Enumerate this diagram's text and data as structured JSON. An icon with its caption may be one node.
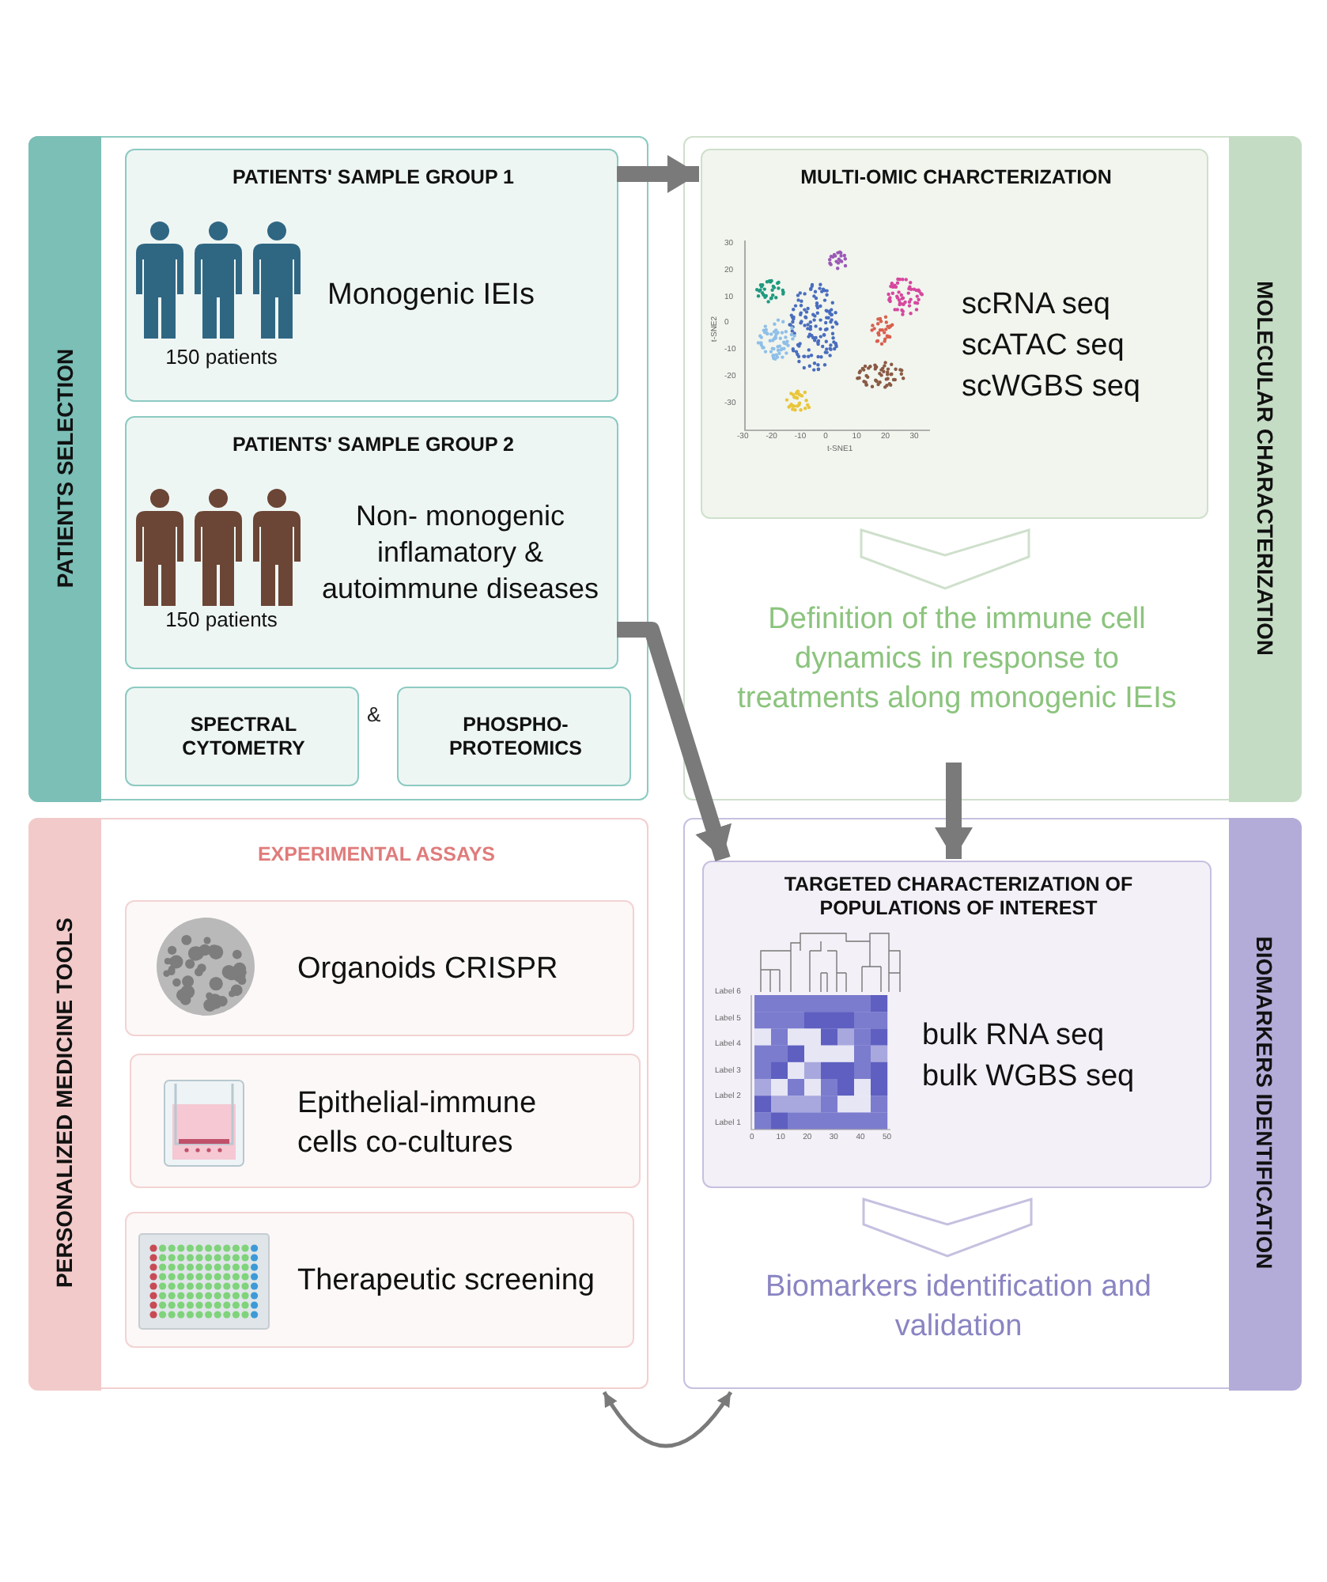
{
  "diagram": {
    "nodes": [
      {
        "text": [
          "PATIENTS SELECTION"
        ]
      },
      {
        "text": [
          "PATIENTS' SAMPLE GROUP 1",
          "Monogenic IEIs",
          "150 patients"
        ],
        "in": 0
      },
      {
        "text": [
          "PATIENTS' SAMPLE GROUP 2",
          "Non- monogenic inflamatory & autoimmune diseases",
          "150 patients"
        ],
        "in": 0
      },
      {
        "text": [
          "SPECTRAL CYTOMETRY"
        ],
        "in": 0
      },
      {
        "text": [
          "PHOSPHO- PROTEOMICS"
        ],
        "in": 0
      },
      {
        "text": [
          "MOLECULAR CHARACTERIZATION"
        ]
      },
      {
        "text": [
          "MULTI-OMIC CHARCTERIZATION",
          "scRNA seq",
          "scATAC seq",
          "scWGBS seq"
        ],
        "in": 5
      },
      {
        "text": [
          "Definition of the immune cell dynamics in response to treatments along monogenic IEIs"
        ],
        "in": 5
      },
      {
        "text": [
          "PERSONALIZED MEDICINE TOOLS",
          "EXPERIMENTAL ASSAYS"
        ]
      },
      {
        "text": [
          "Organoids CRISPR"
        ],
        "in": 8
      },
      {
        "text": [
          "Epithelial-immune cells co-cultures"
        ],
        "in": 8
      },
      {
        "text": [
          "Therapeutic screening"
        ],
        "in": 8
      },
      {
        "text": [
          "BIOMARKERS IDENTIFICATION"
        ]
      },
      {
        "text": [
          "TARGETED CHARACTERIZATION OF POPULATIONS OF INTEREST",
          "bulk RNA seq",
          "bulk WGBS seq"
        ],
        "in": 12
      },
      {
        "text": [
          "Biomarkers identification and validation"
        ],
        "in": 12
      }
    ],
    "edges": [
      {
        "from": 1,
        "to": 6,
        "arrow": "to"
      },
      {
        "from": 2,
        "to": 13,
        "arrow": "to"
      },
      {
        "from": 7,
        "to": 13,
        "arrow": "to"
      },
      {
        "from": 6,
        "to": 7,
        "arrow": "to",
        "color": "#cfe0cc"
      },
      {
        "from": 13,
        "to": 14,
        "arrow": "to",
        "color": "#c6c0e0"
      },
      {
        "from": 8,
        "to": 12,
        "arrow": "both"
      }
    ],
    "labels": [
      "&",
      "30",
      "20",
      "10",
      "0",
      "-10",
      "-20",
      "-30",
      "-30",
      "-20",
      "-10",
      "0",
      "10",
      "20",
      "30",
      "t-SNE2",
      "t-SNE1",
      "Label 6",
      "Label 5",
      "Label 4",
      "Label 3",
      "Label 2",
      "Label 1",
      "0",
      "10",
      "20",
      "30",
      "40",
      "50"
    ]
  }
}
